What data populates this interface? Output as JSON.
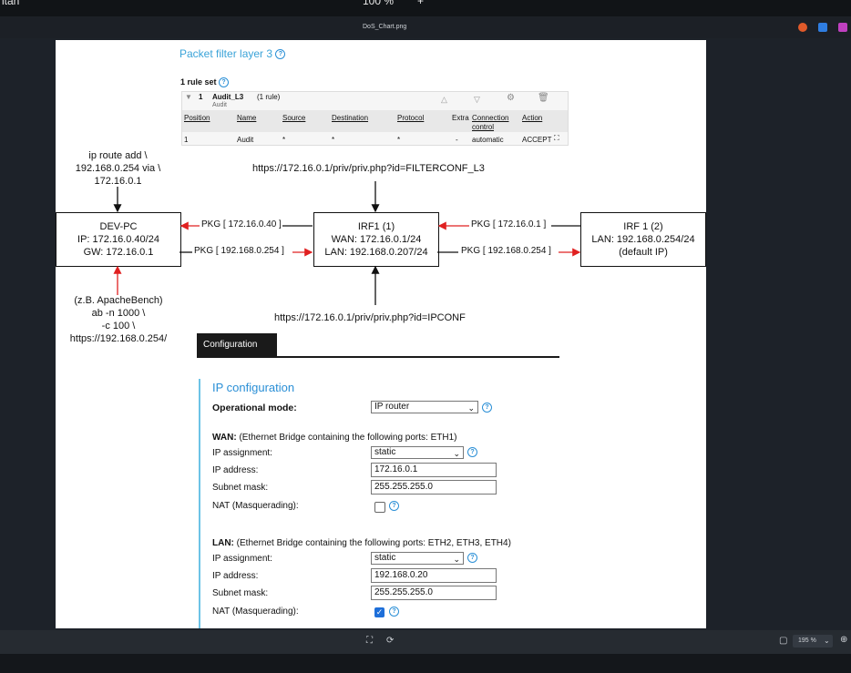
{
  "topbar": {
    "left_text": "ltan",
    "zoom_text": "100 %",
    "plus": "+"
  },
  "window": {
    "file_name": "DoS_Chart.png"
  },
  "packet_filter": {
    "title": "Packet filter layer 3",
    "rule_set_count": "1 rule set",
    "rule_set": {
      "index": "1",
      "name": "Audit_L3",
      "count": "(1 rule)",
      "subtitle": "Audit"
    },
    "columns": [
      "Position",
      "Name",
      "Source",
      "Destination",
      "Protocol",
      "Extra",
      "Connection control",
      "Action"
    ],
    "row": [
      "1",
      "Audit",
      "*",
      "*",
      "*",
      "-",
      "automatic",
      "ACCEPT"
    ]
  },
  "diagram": {
    "route_note": [
      "ip route add \\",
      "192.168.0.254 via \\",
      "172.16.0.1"
    ],
    "url_top": "https://172.16.0.1/priv/priv.php?id=FILTERCONF_L3",
    "url_bottom": "https://172.16.0.1/priv/priv.php?id=IPCONF",
    "dev_pc": [
      "DEV-PC",
      "IP: 172.16.0.40/24",
      "GW: 172.16.0.1"
    ],
    "irf1": [
      "IRF1 (1)",
      "WAN: 172.16.0.1/24",
      "LAN: 192.168.0.207/24"
    ],
    "irf2": [
      "IRF 1 (2)",
      "LAN: 192.168.0.254/24",
      "(default IP)"
    ],
    "pkg_left_top": "PKG [ 172.16.0.40 ]",
    "pkg_left_bottom": "PKG [ 192.168.0.254 ]",
    "pkg_right_top": "PKG [ 172.16.0.1 ]",
    "pkg_right_bottom": "PKG [ 192.168.0.254 ]",
    "bench_note": [
      "(z.B. ApacheBench)",
      "ab -n 1000 \\",
      "-c 100 \\",
      "https://192.168.0.254/"
    ],
    "arrow_color": "#e02020"
  },
  "config": {
    "tab": "Configuration",
    "heading": "IP configuration",
    "op_mode_label": "Operational mode:",
    "op_mode_value": "IP router",
    "wan": {
      "title_bold": "WAN:",
      "title_rest": "(Ethernet Bridge containing the following ports: ETH1)",
      "assign_label": "IP assignment:",
      "assign_value": "static",
      "ip_label": "IP address:",
      "ip_value": "172.16.0.1",
      "mask_label": "Subnet mask:",
      "mask_value": "255.255.255.0",
      "nat_label": "NAT (Masquerading):",
      "nat_checked": false
    },
    "lan": {
      "title_bold": "LAN:",
      "title_rest": "(Ethernet Bridge containing the following ports: ETH2, ETH3, ETH4)",
      "assign_label": "IP assignment:",
      "assign_value": "static",
      "ip_label": "IP address:",
      "ip_value": "192.168.0.20",
      "mask_label": "Subnet mask:",
      "mask_value": "255.255.255.0",
      "nat_label": "NAT (Masquerading):",
      "nat_checked": true
    }
  },
  "bottombar": {
    "zoom": "195 %"
  }
}
